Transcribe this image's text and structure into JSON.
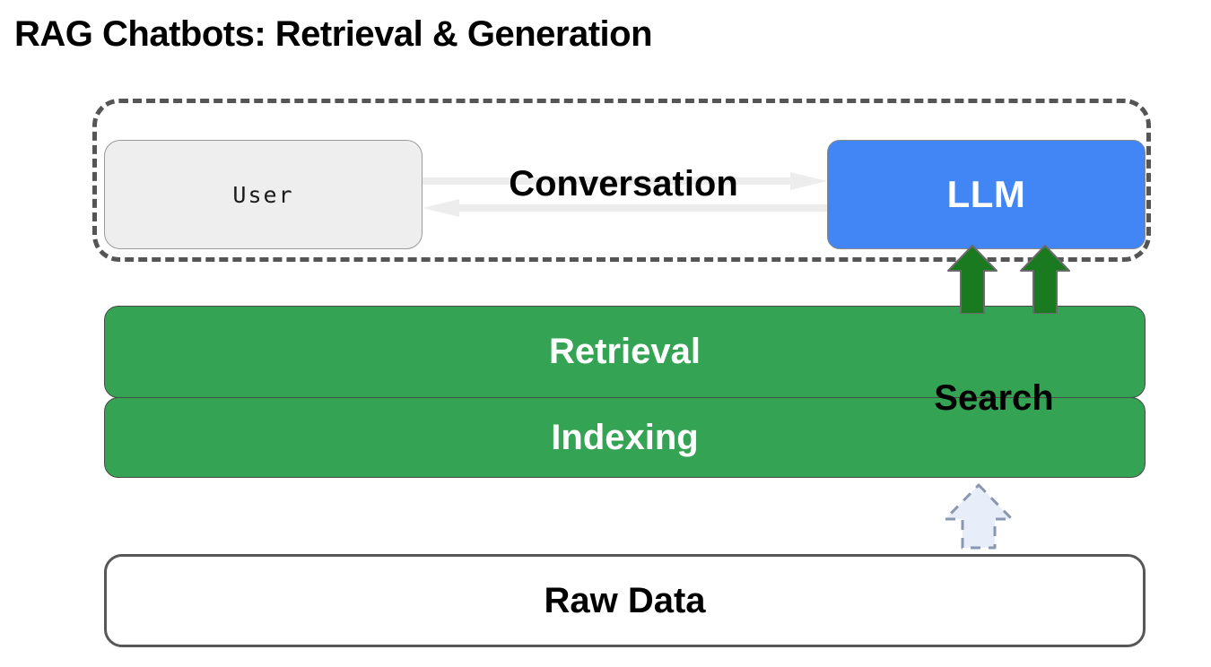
{
  "page": {
    "title": "RAG Chatbots: Retrieval & Generation",
    "background_color": "#ffffff"
  },
  "diagram": {
    "conversation_group": {
      "name": "conversation-boundary",
      "style": "dashed",
      "border_color": "#555555",
      "nodes": [
        {
          "id": "user",
          "label": "User",
          "fill": "#eeeeee",
          "border": "#9a9a9a",
          "text_color": "#1a1a1a",
          "font": "monospace"
        },
        {
          "id": "llm",
          "label": "LLM",
          "fill": "#4285f4",
          "border": "#8a8a8a",
          "text_color": "#ffffff",
          "font": "sans-bold"
        }
      ],
      "edge": {
        "id": "conversation-edge",
        "label": "Conversation",
        "direction": "bidirectional",
        "color": "#ededed",
        "label_color": "#000000"
      }
    },
    "pipeline": [
      {
        "id": "retrieval",
        "label": "Retrieval",
        "fill": "#35a354",
        "text_color": "#ffffff"
      },
      {
        "id": "indexing",
        "label": "Indexing",
        "fill": "#35a354",
        "text_color": "#ffffff"
      },
      {
        "id": "raw-data",
        "label": "Raw Data",
        "fill": "#ffffff",
        "border": "#575757",
        "text_color": "#000000"
      }
    ],
    "connectors": [
      {
        "id": "search-connector",
        "label": "Search",
        "from": "retrieval",
        "to": "llm",
        "arrow_color": "#1a7a1f",
        "arrow_count": 2,
        "style": "solid-block-arrow",
        "label_color": "#000000"
      },
      {
        "id": "ingest-connector",
        "label": "",
        "from": "raw-data",
        "to": "indexing",
        "arrow_color": "#e8eef9",
        "arrow_border": "#8a97b0",
        "arrow_count": 1,
        "style": "dashed-block-arrow"
      }
    ]
  }
}
